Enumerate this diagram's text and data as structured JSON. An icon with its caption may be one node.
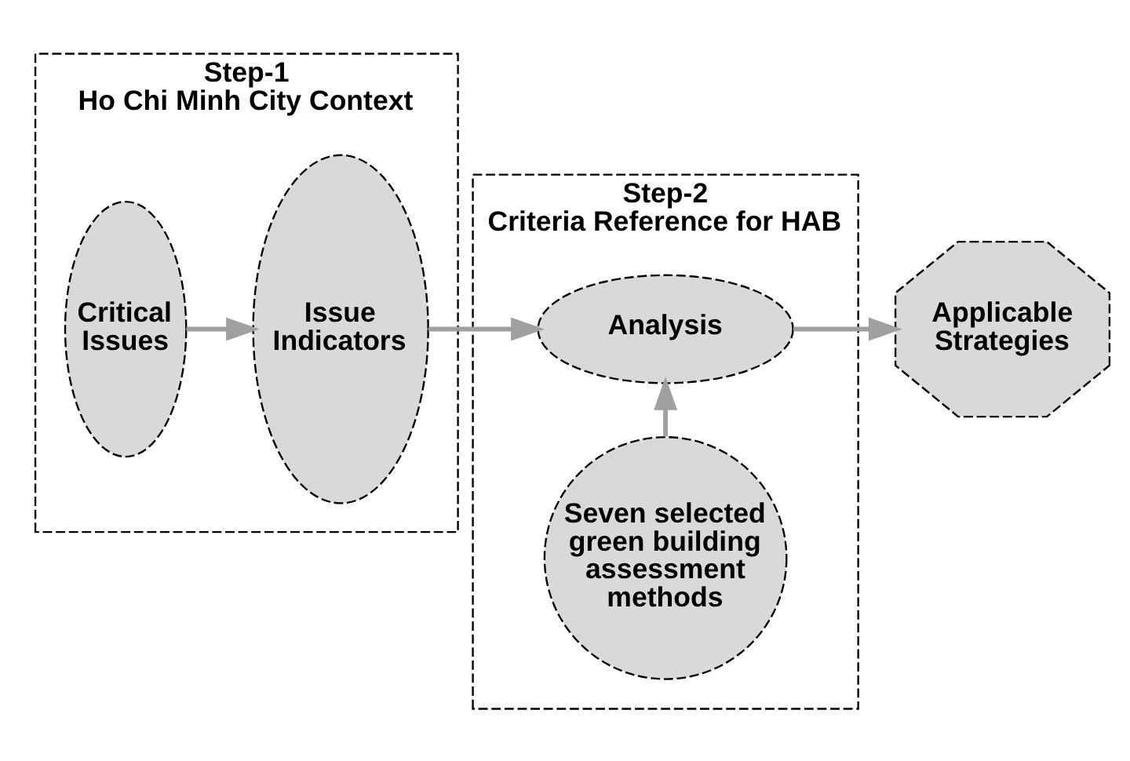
{
  "diagram": {
    "nodes": [
      {
        "text": [
          "Step-1",
          "Ho Chi Minh City Context"
        ]
      },
      {
        "text": [
          "Critical Issues"
        ],
        "in": 0
      },
      {
        "text": [
          "Issue Indicators"
        ],
        "in": 0
      },
      {
        "text": [
          "Step-2",
          "Criteria Reference for HAB"
        ]
      },
      {
        "text": [
          "Seven selected green building assessment methods"
        ],
        "in": 3
      },
      {
        "text": [
          "Analysis"
        ],
        "in": 3
      },
      {
        "text": [
          "Applicable Strategies"
        ]
      }
    ],
    "edges": [
      {
        "from": 1,
        "to": 2,
        "arrow": "to"
      },
      {
        "from": 2,
        "to": 5,
        "arrow": "to"
      },
      {
        "from": 4,
        "to": 5,
        "arrow": "to"
      },
      {
        "from": 5,
        "to": 6,
        "arrow": "to"
      }
    ]
  }
}
